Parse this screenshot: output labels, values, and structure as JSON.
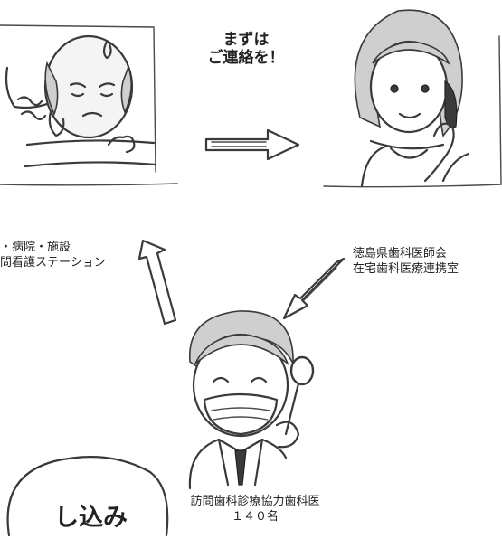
{
  "callout": {
    "line1": "まずは",
    "line2": "ご連絡を！"
  },
  "left_label": {
    "line1": "・病院・施設",
    "line2": "問看護ステーション",
    "line3": ""
  },
  "right_label": {
    "line1": "徳島県歯科医師会",
    "line2": "在宅歯科医療連携室"
  },
  "bottom_label": {
    "line1": "訪問歯科診療協力歯科医",
    "line2": "１４０名"
  },
  "bubble": {
    "text": "し込み"
  }
}
